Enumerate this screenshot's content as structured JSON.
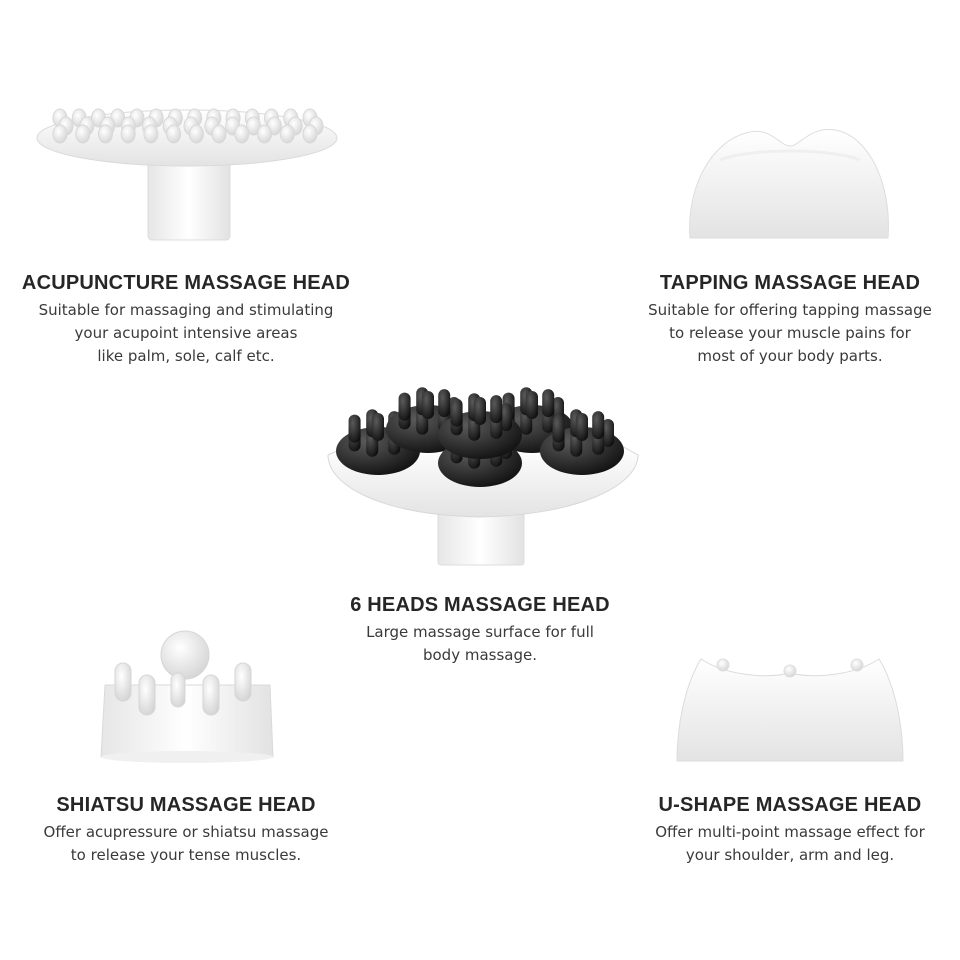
{
  "heads": [
    {
      "icon": "acupuncture-head-icon",
      "title": "ACUPUNCTURE MASSAGE HEAD",
      "lines": [
        "Suitable for massaging and stimulating",
        "your acupoint intensive areas",
        "like palm, sole, calf etc."
      ]
    },
    {
      "icon": "tapping-head-icon",
      "title": "TAPPING MASSAGE HEAD",
      "lines": [
        "Suitable for offering tapping massage",
        "to release your muscle pains for",
        "most of your body parts."
      ]
    },
    {
      "icon": "six-heads-icon",
      "title": "6 HEADS MASSAGE HEAD",
      "lines": [
        "Large massage surface for full",
        "body massage."
      ]
    },
    {
      "icon": "shiatsu-head-icon",
      "title": "SHIATSU MASSAGE HEAD",
      "lines": [
        "Offer acupressure or shiatsu massage",
        "to release your tense muscles."
      ]
    },
    {
      "icon": "u-shape-head-icon",
      "title": "U-SHAPE MASSAGE HEAD",
      "lines": [
        "Offer multi-point massage effect for",
        "your shoulder, arm and leg."
      ]
    }
  ]
}
